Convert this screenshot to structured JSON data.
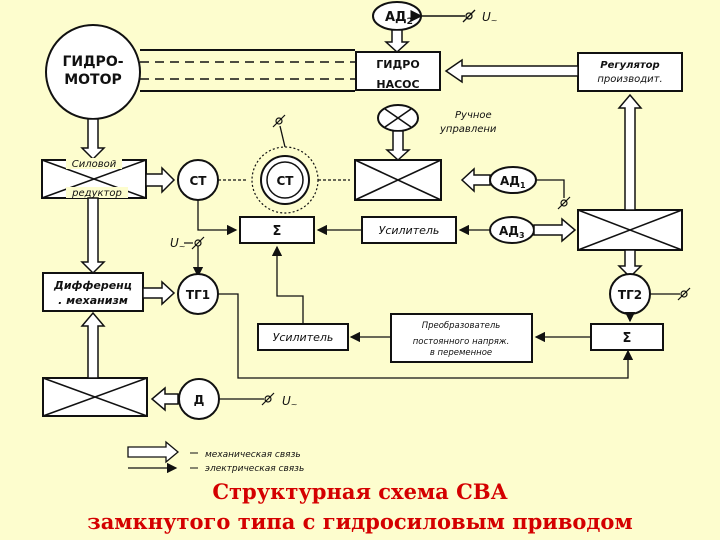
{
  "blocks": {
    "ad_top": "АД",
    "ad_top_sub": "2",
    "u_top": "U",
    "u_top_sub": "~",
    "hydromotor_l1": "ГИДРО-",
    "hydromotor_l2": "МОТОР",
    "pump_l1": "ГИДРО",
    "pump_l2": "НАСОС",
    "regulator_l1": "Регулятор",
    "regulator_l2": "производит.",
    "manual_l1": "Ручное",
    "manual_l2": "управлени",
    "reducer_l1": "Силовой",
    "reducer_l2": "редуктор",
    "st1": "СТ",
    "st2": "СТ",
    "ad1": "АД",
    "ad1_sub": "1",
    "ad3": "АД",
    "ad3_sub": "3",
    "sum1": "Σ",
    "amp1": "Усилитель",
    "u_left": "U",
    "u_left_sub": "~",
    "diff_l1": "Дифференц",
    "diff_l2": ". механизм",
    "tg1": "ТГ1",
    "tg2": "ТГ2",
    "amp2": "Усилитель",
    "conv_l1": "Преобразователь",
    "conv_l2": "постоянного напряж.",
    "conv_l3": "в переменное",
    "sum2": "Σ",
    "d": "Д",
    "u_bottom": "U",
    "u_bottom_sub": "~"
  },
  "legend": {
    "mechanical": "механическая связь",
    "electrical": "электрическая связь"
  },
  "caption": {
    "line1": "Структурная схема СВА",
    "line2": "замкнутого типа с гидросиловым приводом"
  },
  "colors": {
    "background": "#fdfdce",
    "caption": "#d40000",
    "lines": "#111111"
  }
}
